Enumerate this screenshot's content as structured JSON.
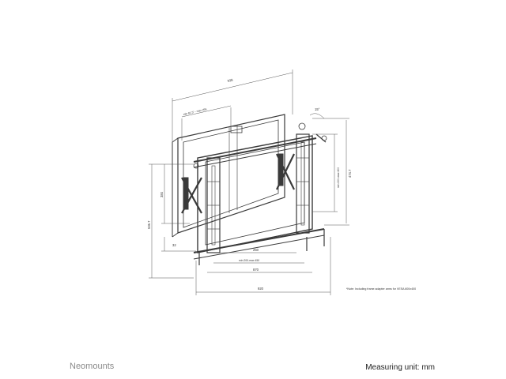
{
  "brand": {
    "name": "Neomounts"
  },
  "footer": {
    "measuring_unit": "Measuring unit: mm"
  },
  "note": {
    "text": "*Note: Including frame adapter arms for VESA 600x400"
  },
  "dimensions": {
    "top_width": "938",
    "min_tilt_range": "min 81.5° - max 256",
    "tilt_angle": "15°",
    "right_height": "474.7",
    "vesa_vertical": "min 200-max 400",
    "height_left_inner": "384",
    "height_left_outer": "536.7",
    "small_left": "32",
    "vesa_250": "250",
    "vesa_horizontal": "min 200-max 450",
    "inner_width": "870",
    "outer_width": "920"
  },
  "colors": {
    "line": "#3a3a3a",
    "dimension": "#555555",
    "brand": "#8a8a8a"
  }
}
